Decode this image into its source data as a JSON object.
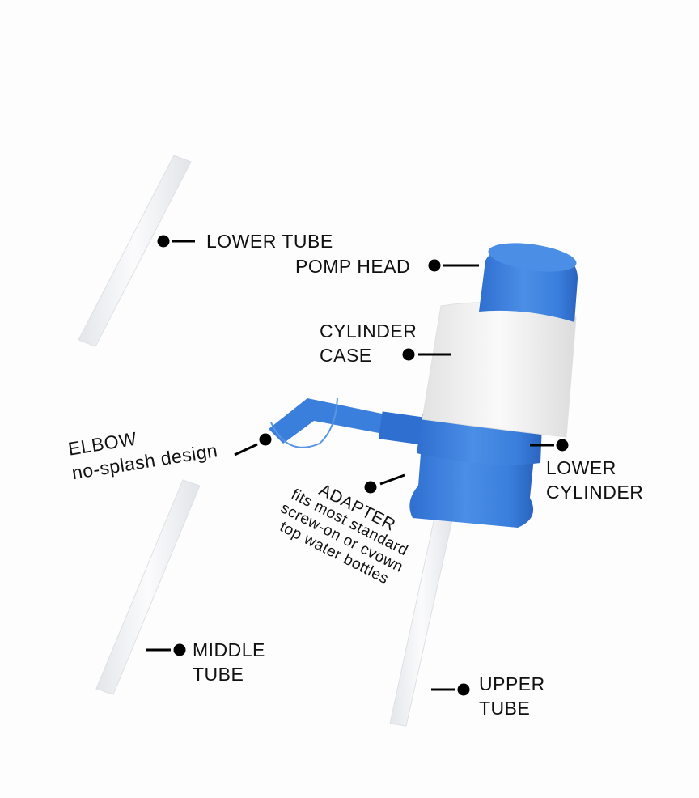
{
  "labels": {
    "lower_tube": "LOWER TUBE",
    "pomp_head": "POMP HEAD",
    "cylinder_case": [
      "CYLINDER",
      "CASE"
    ],
    "elbow": [
      "ELBOW",
      "no-splash design"
    ],
    "lower_cylinder": [
      "LOWER",
      "CYLINDER"
    ],
    "adapter": [
      "ADAPTER",
      "fits most standard",
      "screw-on or cvown",
      "top water bottles"
    ],
    "middle_tube": [
      "MIDDLE",
      "TUBE"
    ],
    "upper_tube": [
      "UPPER",
      "TUBE"
    ]
  },
  "colors": {
    "blue": "#3b7fdc",
    "blue_dark": "#2a63c0",
    "white_part": "#f1f1f1",
    "tube": "#eef0f2"
  }
}
